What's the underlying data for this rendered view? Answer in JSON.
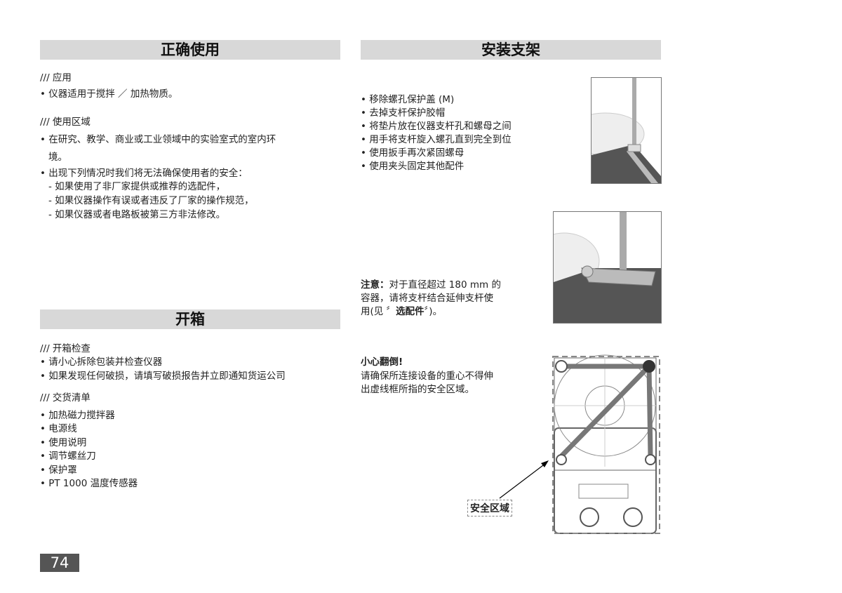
{
  "left": {
    "h1": "正确使用",
    "app_head": "/// 应用",
    "app_item": "• 仪器适用于搅拌 ／ 加热物质。",
    "area_head": "/// 使用区域",
    "area_item1a": "• 在研究、教学、商业或工业领域中的实验室式的室内环",
    "area_item1b": "境。",
    "area_item2": "• 出现下列情况时我们将无法确保使用者的安全：",
    "sub": [
      "- 如果使用了非厂家提供或推荐的选配件，",
      "- 如果仪器操作有误或者违反了厂家的操作规范，",
      "- 如果仪器或者电路板被第三方非法修改。"
    ],
    "h2": "开箱",
    "unpack_head": "/// 开箱检查",
    "unpack_items": [
      "• 请小心拆除包装并检查仪器",
      "• 如果发现任何破损，请填写破损报告并立即通知货运公司"
    ],
    "delivery_head": "/// 交货清单",
    "delivery_items": [
      "• 加热磁力搅拌器",
      "• 电源线",
      "• 使用说明",
      "• 调节螺丝刀",
      "• 保护罩",
      "• PT 1000 温度传感器"
    ]
  },
  "right": {
    "h1": "安装支架",
    "steps": [
      "• 移除螺孔保护盖 (M)",
      "• 去掉支杆保护胶帽",
      "• 将垫片放在仪器支杆孔和螺母之间",
      "• 用手将支杆旋入螺孔直到完全到位",
      "• 使用扳手再次紧固螺母",
      "• 使用夹头固定其他配件"
    ],
    "note_label": "注意：",
    "note_l1": "对于直径超过  180 mm  的",
    "note_l2": "容器，请将支杆结合延伸支杆使",
    "note_l3a": "用(见 〞",
    "note_l3b": "选配件",
    "note_l3c": "〞)。",
    "warn_title": "小心翻倒!",
    "warn_l1": "请确保所连接设备的重心不得伸",
    "warn_l2": "出虚线框所指的安全区域。",
    "safe_label": "安全区域"
  },
  "page_number": "74"
}
